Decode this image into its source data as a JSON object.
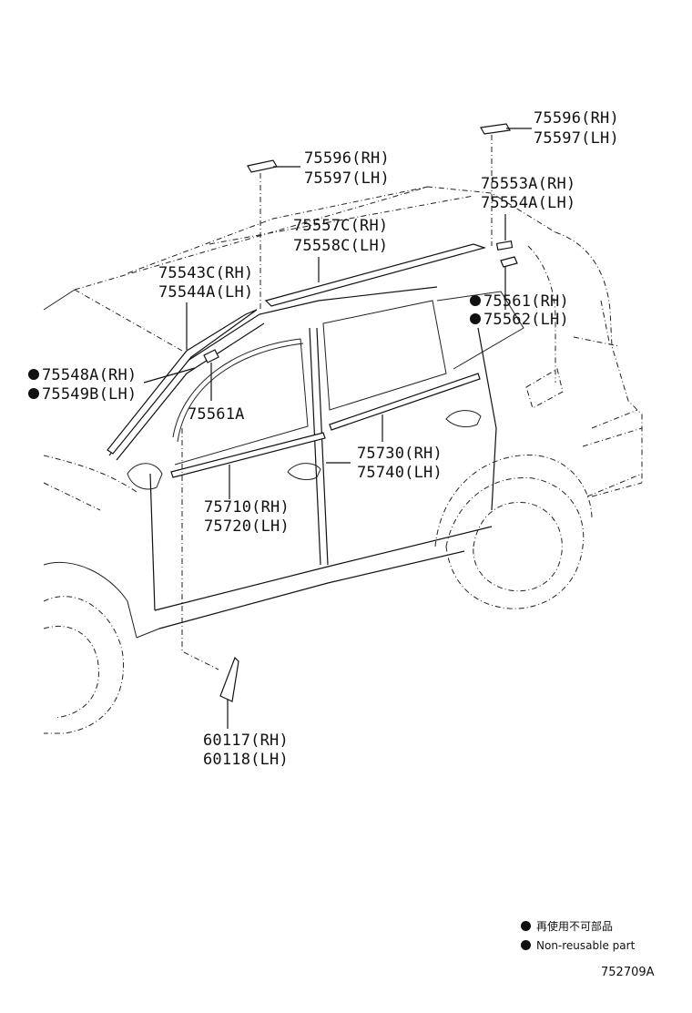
{
  "labels": {
    "p75596_top_rh": "75596(RH)",
    "p75597_top_lh": "75597(LH)",
    "p75596_rh": "75596(RH)",
    "p75597_lh": "75597(LH)",
    "p75553a_rh": "75553A(RH)",
    "p75554a_lh": "75554A(LH)",
    "p75557c_rh": "75557C(RH)",
    "p75558c_lh": "75558C(LH)",
    "p75543c_rh": "75543C(RH)",
    "p75544a_lh": "75544A(LH)",
    "p75561_rh": "75561(RH)",
    "p75562_lh": "75562(LH)",
    "p75548a_rh": "75548A(RH)",
    "p75549b_lh": "75549B(LH)",
    "p75561a": "75561A",
    "p75730_rh": "75730(RH)",
    "p75740_lh": "75740(LH)",
    "p75710_rh": "75710(RH)",
    "p75720_lh": "75720(LH)",
    "p60117_rh": "60117(RH)",
    "p60118_lh": "60118(LH)"
  },
  "legend": {
    "jp_text": "再使用不可部品",
    "en_text": "Non-reusable part"
  },
  "diagram_code": "752709A"
}
